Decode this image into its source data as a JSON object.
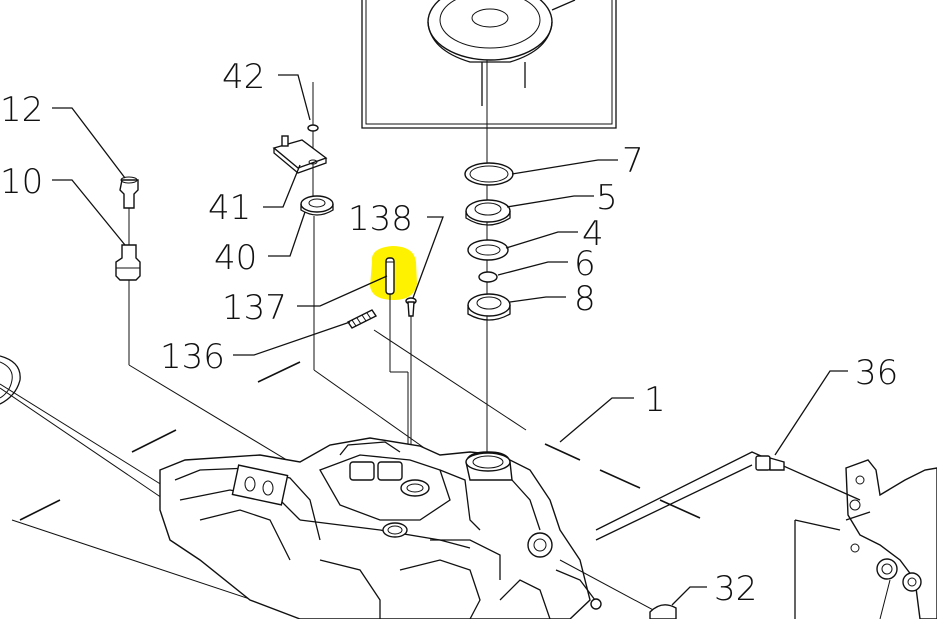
{
  "callouts": {
    "c12": "12",
    "c10": "10",
    "c42": "42",
    "c41": "41",
    "c40": "40",
    "c138": "138",
    "c137": "137",
    "c136": "136",
    "c7": "7",
    "c5": "5",
    "c4": "4",
    "c6": "6",
    "c8": "8",
    "c1": "1",
    "c36": "36",
    "c32": "32"
  },
  "colors": {
    "line": "#111111",
    "highlight": "#fff200",
    "background": "#ffffff"
  }
}
